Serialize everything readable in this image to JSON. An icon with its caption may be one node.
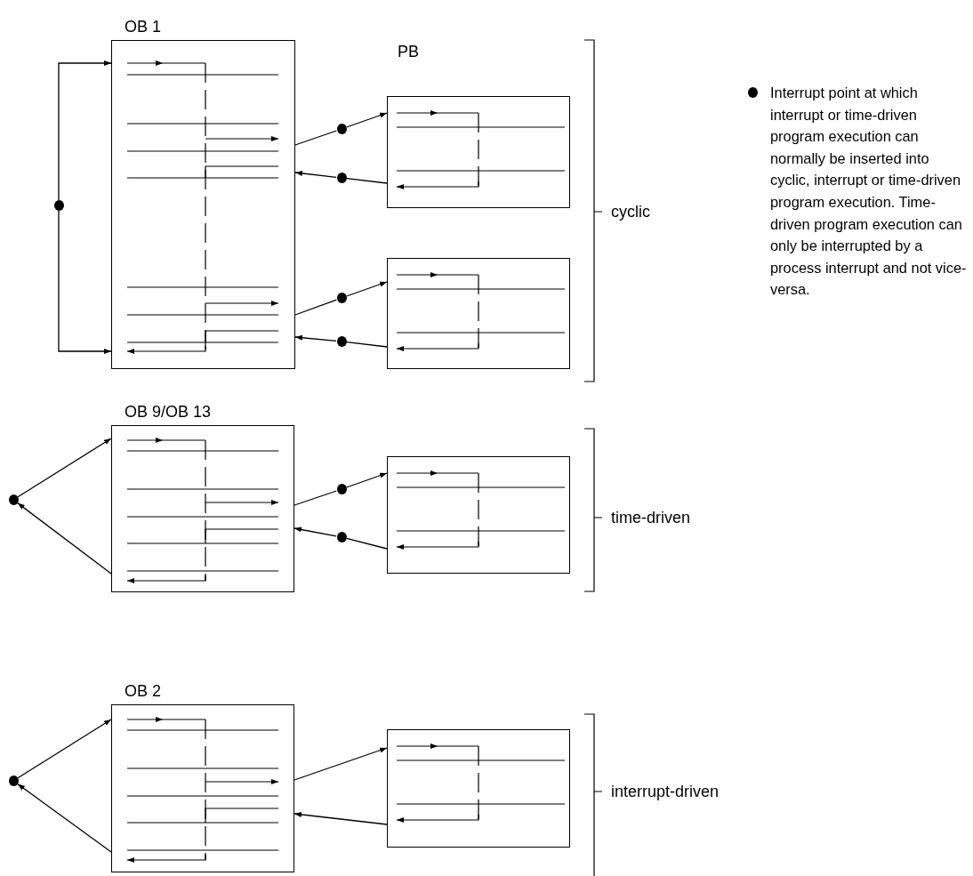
{
  "diagram": {
    "nodes": [
      {
        "text": [
          "OB 1"
        ]
      },
      {
        "text": [],
        "shape": "circle"
      },
      {
        "text": [],
        "shape": "circle"
      },
      {
        "text": [],
        "shape": "circle"
      },
      {
        "text": [],
        "shape": "box"
      },
      {
        "text": [],
        "shape": "circle"
      },
      {
        "text": [],
        "shape": "circle"
      },
      {
        "text": [],
        "shape": "box"
      },
      {
        "text": [],
        "shape": "circle"
      },
      {
        "text": [
          "OB 9/OB 13"
        ]
      },
      {
        "text": [],
        "shape": "circle"
      },
      {
        "text": [],
        "shape": "circle"
      },
      {
        "text": [],
        "shape": "box"
      },
      {
        "text": [],
        "shape": "circle"
      },
      {
        "text": [
          "OB 2"
        ]
      },
      {
        "text": [],
        "shape": "box"
      }
    ],
    "edges": [
      {
        "from": 1,
        "to": 0,
        "arrow": "to"
      },
      {
        "from": 1,
        "to": 0,
        "arrow": "to"
      },
      {
        "from": 0,
        "to": 2,
        "arrow": "none"
      },
      {
        "from": 2,
        "to": 4,
        "arrow": "to"
      },
      {
        "from": 4,
        "to": 3,
        "arrow": "none"
      },
      {
        "from": 3,
        "to": 0,
        "arrow": "to"
      },
      {
        "from": 0,
        "to": 5,
        "arrow": "none"
      },
      {
        "from": 5,
        "to": 7,
        "arrow": "to"
      },
      {
        "from": 7,
        "to": 6,
        "arrow": "none"
      },
      {
        "from": 6,
        "to": 0,
        "arrow": "to"
      },
      {
        "from": 8,
        "to": 9,
        "arrow": "to"
      },
      {
        "from": 9,
        "to": 8,
        "arrow": "to"
      },
      {
        "from": 9,
        "to": 10,
        "arrow": "none"
      },
      {
        "from": 10,
        "to": 12,
        "arrow": "to"
      },
      {
        "from": 12,
        "to": 11,
        "arrow": "none"
      },
      {
        "from": 11,
        "to": 9,
        "arrow": "to"
      },
      {
        "from": 13,
        "to": 14,
        "arrow": "to"
      },
      {
        "from": 14,
        "to": 13,
        "arrow": "to"
      },
      {
        "from": 14,
        "to": 15,
        "arrow": "to"
      },
      {
        "from": 15,
        "to": 14,
        "arrow": "to"
      }
    ],
    "labels": [
      "PB",
      "cyclic",
      "time-driven",
      "interrupt-driven"
    ],
    "legend": [
      {
        "text": "Interrupt point at which interrupt or time-driven program execution can normally be inserted into cyclic, interrupt or time-driven program execution. Time-driven program execution can only be interrupted by a process interrupt and not vice-versa."
      }
    ]
  }
}
